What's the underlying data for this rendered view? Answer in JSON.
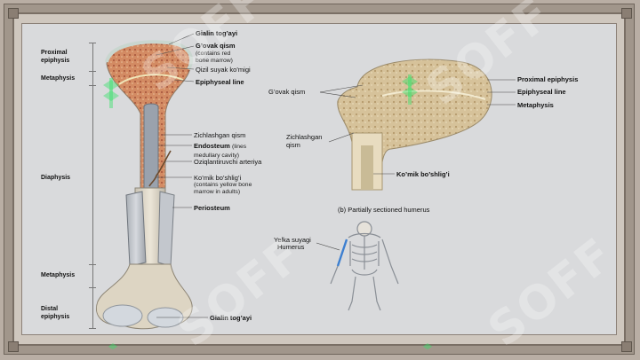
{
  "diagram": {
    "left_labels": {
      "proximal_epiphysis": "Proximal\nepiphysis",
      "metaphysis_top": "Metaphysis",
      "diaphysis": "Diaphysis",
      "metaphysis_bottom": "Metaphysis",
      "distal_epiphysis": "Distal\nepiphysis"
    },
    "bone_labels": {
      "articular_cartilage_top": "Gialin tog’ayi",
      "spongy_bone": "G’ovak qism",
      "spongy_bone_note": "(contains red\nbone marrow)",
      "red_marrow": "Qizil suyak ko’migi",
      "epiphyseal_line": "Epiphyseal line",
      "compact_bone": "Zichlashgan qism",
      "endosteum": "Endosteum",
      "endosteum_note": "(lines\nmedullary cavity)",
      "nutrient_artery": "Oziqlantiruvchi arteriya",
      "medullary_cavity": "Ko’mik bo’shlig’i",
      "medullary_cavity_note": "(contains yellow bone\nmarrow in adults)",
      "periosteum": "Periosteum",
      "articular_cartilage_bottom": "Gialin tog’ayi"
    },
    "humerus_labels": {
      "spongy_bone": "G’ovak qism",
      "compact_bone": "Zichlashgan\nqism",
      "medullary_cavity": "Ko’mik bo’shlig’i",
      "proximal_epiphysis": "Proximal epiphysis",
      "epiphyseal_line": "Epiphyseal line",
      "metaphysis": "Metaphysis",
      "caption": "(b) Partially sectioned humerus"
    },
    "skeleton_labels": {
      "line1": "Yelka suyagi",
      "line2": "Humerus"
    },
    "watermark_text": "SOFF",
    "colors": {
      "panel": "#d9dadc",
      "frame": "#a1968b",
      "bone": "#e3dccb",
      "spongy": "#c97a55",
      "watermark": "#39e06a"
    }
  }
}
